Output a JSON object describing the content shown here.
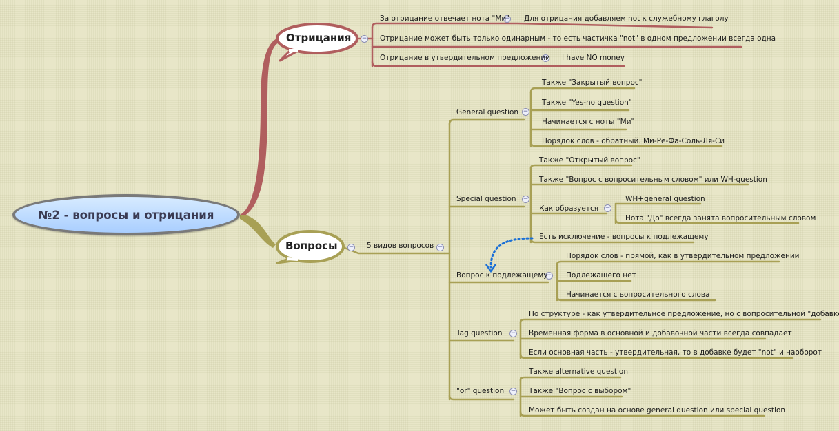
{
  "root": {
    "label": "№2 - вопросы и отрицания"
  },
  "negations": {
    "label": "Отрицания",
    "color": "#b05e5e",
    "items": [
      {
        "label": "За отрицание отвечает нота \"Ми\"",
        "sub": "Для отрицания добавляем not к служебному глаголу"
      },
      {
        "label": "Отрицание может быть только одинарным - то есть частичка \"not\" в одном предложении всегда одна"
      },
      {
        "label": "Отрицание в утвердительном предложении",
        "sub": "I have NO money"
      }
    ]
  },
  "questions": {
    "label": "Вопросы",
    "color": "#a8a055",
    "hub": "5 видов вопросов",
    "general": {
      "label": "General question",
      "items": [
        "Также \"Закрытый вопрос\"",
        "Также \"Yes-no question\"",
        "Начинается с ноты \"Ми\"",
        "Порядок слов - обратный. Ми-Ре-Фа-Соль-Ля-Си"
      ]
    },
    "special": {
      "label": "Special question",
      "items": [
        "Также \"Открытый вопрос\"",
        "Также \"Вопрос с вопросительным словом\" или WH-question"
      ],
      "how": {
        "label": "Как образуется",
        "items": [
          "WH+general question",
          "Нота \"До\" всегда занята вопросительным словом"
        ]
      },
      "exception": "Есть исключение - вопросы к подлежащему"
    },
    "subject": {
      "label": "Вопрос к подлежащему",
      "items": [
        "Порядок слов - прямой, как в утвердительном предложении",
        "Подлежащего нет",
        "Начинается с вопросительного слова"
      ]
    },
    "tag": {
      "label": "Tag question",
      "items": [
        "По структуре - как утвердительное предложение, но с вопросительной \"добавкой\"",
        "Временная форма в основной и добавочной части всегда совпадает",
        "Если основная часть - утвердительная, то в добавке будет \"not\" и наоборот"
      ]
    },
    "or": {
      "label": "\"or\" question",
      "items": [
        "Также alternative question",
        "Также \"Вопрос с выбором\"",
        "Может быть создан на основе general question или special question"
      ]
    }
  },
  "toggle_glyph": "−",
  "link_color": "#1a6fd6"
}
